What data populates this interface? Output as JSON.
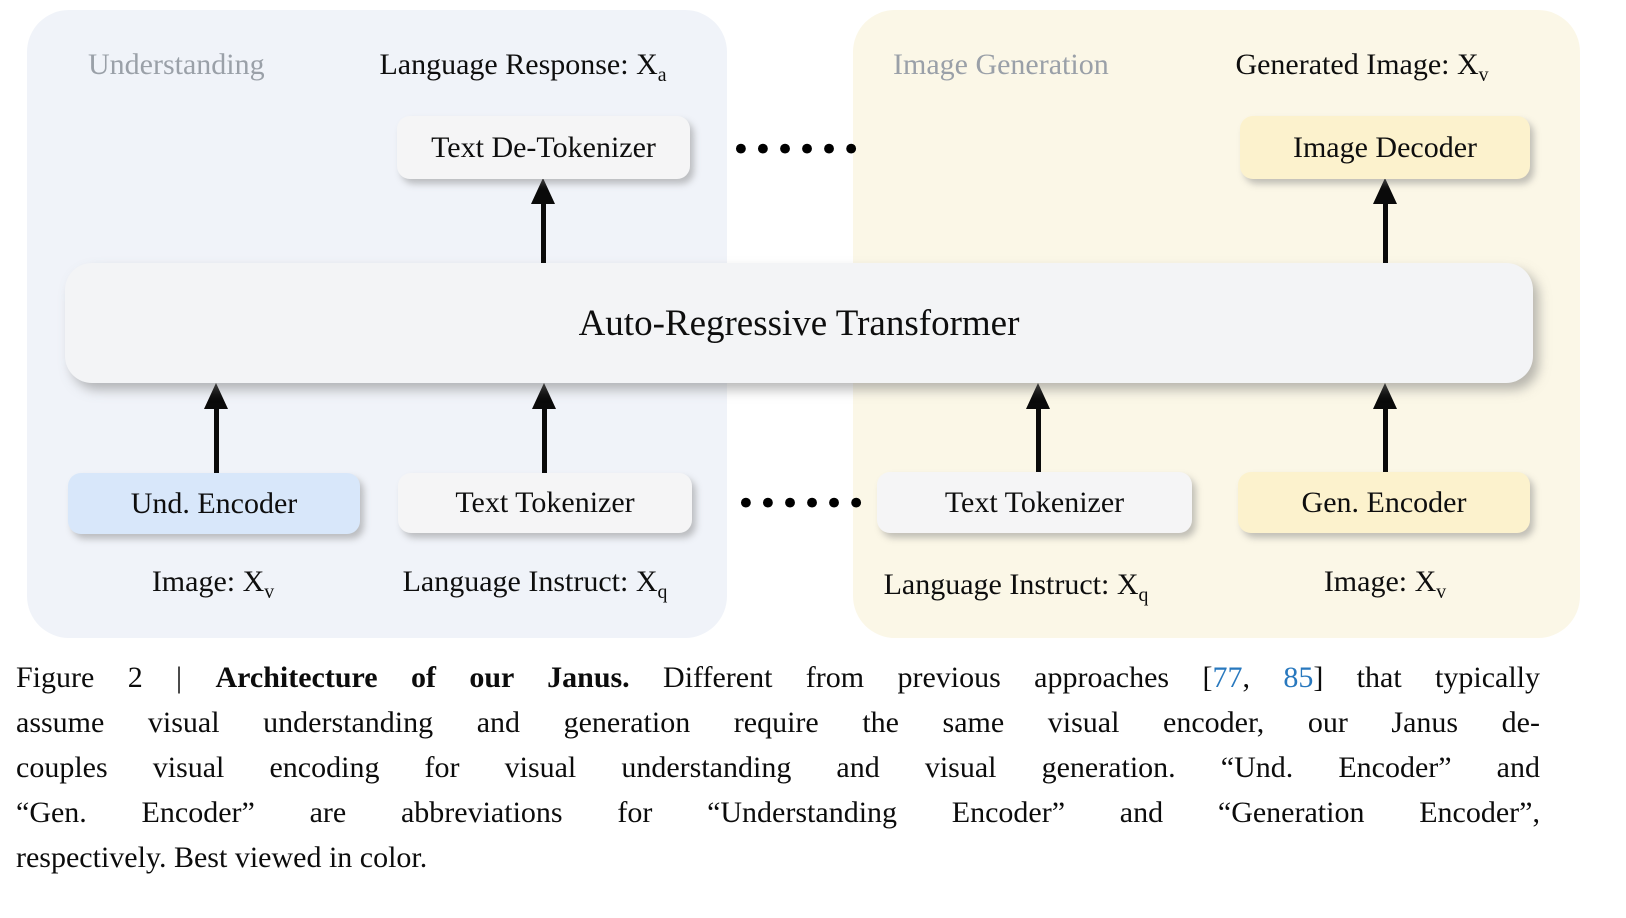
{
  "figure": {
    "panels": {
      "understanding": {
        "title": "Understanding"
      },
      "image_generation": {
        "title": "Image Generation"
      }
    },
    "top_labels": {
      "language_response": {
        "text": "Language Response: X",
        "sub": "a"
      },
      "generated_image": {
        "text": "Generated Image: X",
        "sub": "v"
      }
    },
    "boxes": {
      "text_detokenizer": "Text De-Tokenizer",
      "image_decoder": "Image Decoder",
      "transformer": "Auto-Regressive Transformer",
      "und_encoder": "Und. Encoder",
      "text_tokenizer_left": "Text Tokenizer",
      "text_tokenizer_right": "Text Tokenizer",
      "gen_encoder": "Gen. Encoder"
    },
    "bottom_labels": {
      "image_left": {
        "text": "Image: X",
        "sub": "v"
      },
      "language_instruct_left": {
        "text": "Language Instruct: X",
        "sub": "q"
      },
      "language_instruct_right": {
        "text": "Language Instruct: X",
        "sub": "q"
      },
      "image_right": {
        "text": "Image: X",
        "sub": "v"
      }
    },
    "ellipsis": "••••••"
  },
  "caption": {
    "line1": {
      "prefix": "Figure 2 | ",
      "bold": "Architecture of our Janus.",
      "mid": " Different from previous approaches [",
      "cite1": "77",
      "sep": ", ",
      "cite2": "85",
      "tail": "] that typically"
    },
    "line2": "assume visual understanding and generation require the same visual encoder, our Janus de-",
    "line3": "couples visual encoding for visual understanding and visual generation. “Und. Encoder” and",
    "line4": "“Gen. Encoder” are abbreviations for “Understanding Encoder” and “Generation Encoder”,",
    "line5": "respectively. Best viewed in color."
  },
  "colors": {
    "understanding_panel_bg": "#f0f3f9",
    "generation_panel_bg": "#fbf7e7",
    "neutral_box_bg": "#f5f5f6",
    "transformer_box_bg": "#f3f4f6",
    "und_encoder_box_bg": "#d8e7fa",
    "generation_box_bg": "#fcf2cd",
    "panel_title_gray": "#9aa0a8",
    "citation_link_blue": "#2878be",
    "arrow_black": "#0a0a0a"
  }
}
